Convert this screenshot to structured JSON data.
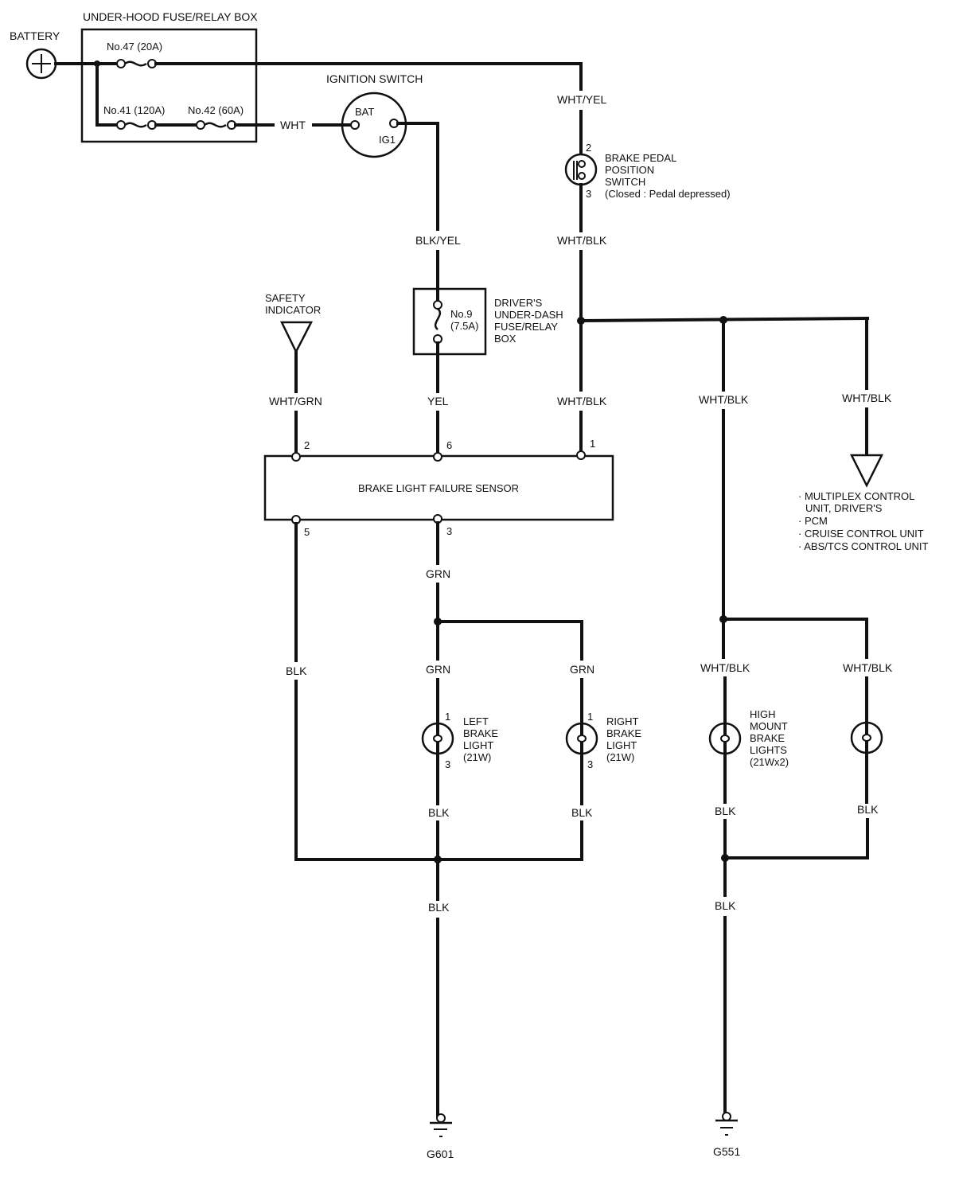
{
  "diagram": {
    "title": "Brake Light Circuit",
    "components": {
      "battery": {
        "label": "BATTERY",
        "symbol": "+"
      },
      "underhood_box": {
        "label": "UNDER-HOOD FUSE/RELAY BOX",
        "fuses": [
          {
            "label": "No.47 (20A)"
          },
          {
            "label": "No.41 (120A)"
          },
          {
            "label": "No.42 (60A)"
          }
        ]
      },
      "ignition_switch": {
        "label": "IGNITION SWITCH",
        "bat": "BAT",
        "ig1": "IG1"
      },
      "brake_pedal_switch": {
        "lines": [
          "BRAKE PEDAL",
          "POSITION",
          "SWITCH",
          "(Closed : Pedal depressed)"
        ],
        "pin_top": "2",
        "pin_bottom": "3"
      },
      "underdash_box": {
        "fuse_lines": [
          "No.9",
          "(7.5A)"
        ],
        "lines": [
          "DRIVER'S",
          "UNDER-DASH",
          "FUSE/RELAY",
          "BOX"
        ]
      },
      "safety_indicator": {
        "lines": [
          "SAFETY",
          "INDICATOR"
        ]
      },
      "failure_sensor": {
        "label": "BRAKE LIGHT FAILURE SENSOR",
        "pins": {
          "top_left": "2",
          "top_mid": "6",
          "top_right": "1",
          "bottom_left": "5",
          "bottom_mid": "3"
        }
      },
      "multiplex_targets": [
        "MULTIPLEX CONTROL",
        "UNIT, DRIVER'S",
        "PCM",
        "CRUISE CONTROL UNIT",
        "ABS/TCS CONTROL UNIT"
      ],
      "left_brake_light": {
        "lines": [
          "LEFT",
          "BRAKE",
          "LIGHT",
          "(21W)"
        ],
        "pin_top": "1",
        "pin_bottom": "3"
      },
      "right_brake_light": {
        "lines": [
          "RIGHT",
          "BRAKE",
          "LIGHT",
          "(21W)"
        ],
        "pin_top": "1",
        "pin_bottom": "3"
      },
      "high_mount": {
        "lines": [
          "HIGH",
          "MOUNT",
          "BRAKE",
          "LIGHTS",
          "(21Wx2)"
        ]
      },
      "grounds": [
        {
          "label": "G601"
        },
        {
          "label": "G551"
        }
      ]
    },
    "wires": {
      "wht": "WHT",
      "wht_yel": "WHT/YEL",
      "wht_blk_switch": "WHT/BLK",
      "blk_yel": "BLK/YEL",
      "yel": "YEL",
      "wht_grn": "WHT/GRN",
      "wht_blk_pin1": "WHT/BLK",
      "wht_blk_hm": "WHT/BLK",
      "wht_blk_mux": "WHT/BLK",
      "grn_main": "GRN",
      "grn_left": "GRN",
      "grn_right": "GRN",
      "blk_pin5": "BLK",
      "blk_left": "BLK",
      "blk_right": "BLK",
      "blk_g601": "BLK",
      "wht_blk_hm1": "WHT/BLK",
      "wht_blk_hm2": "WHT/BLK",
      "blk_hm1": "BLK",
      "blk_hm2": "BLK",
      "blk_g551": "BLK"
    }
  }
}
